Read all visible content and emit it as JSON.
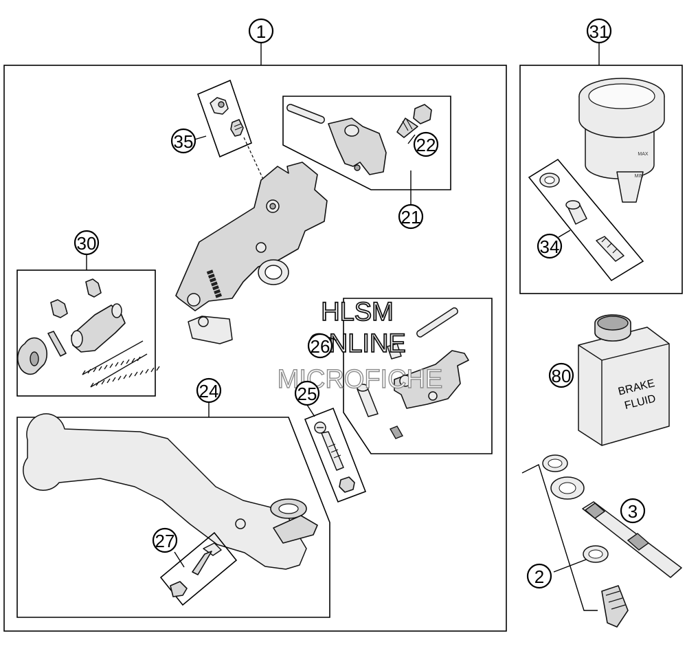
{
  "callouts": {
    "c1": "1",
    "c31": "31",
    "c35": "35",
    "c22": "22",
    "c21": "21",
    "c34": "34",
    "c30": "30",
    "c26": "26",
    "c80": "80",
    "c24": "24",
    "c25": "25",
    "c3": "3",
    "c2": "2",
    "c27": "27"
  },
  "bottle_label": {
    "line1": "BRAKE",
    "line2": "FLUID"
  },
  "reservoir_marks": {
    "max": "MAX",
    "min": "MIN"
  },
  "watermark": {
    "line1": "HLSM",
    "line2": "ONLINE",
    "line3": "MICROFICHE"
  },
  "colors": {
    "line": "#000000",
    "part_fill": "#d8d8d8",
    "background": "#ffffff"
  }
}
